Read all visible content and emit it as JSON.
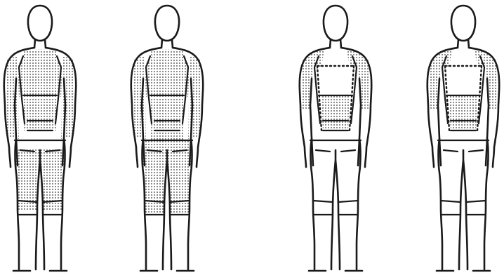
{
  "figure": {
    "panels": [
      {
        "id": "a",
        "shaded": [
          "upper-back",
          "shoulders",
          "arms-upper",
          "buttocks",
          "thighs"
        ]
      },
      {
        "id": "b",
        "shaded": [
          "upper-back",
          "shoulders",
          "arms-upper",
          "lower-back",
          "buttocks",
          "thighs",
          "knees"
        ]
      },
      {
        "id": "c",
        "shaded": [
          "shoulders",
          "arms-upper",
          "back-panel-dotted"
        ]
      },
      {
        "id": "d",
        "shaded": [
          "shoulders",
          "arms-upper",
          "back-panel-dotted"
        ]
      }
    ],
    "colors": {
      "ink": "#1a1a1a",
      "paper": "#ffffff",
      "stipple": "#3a3a3a"
    }
  }
}
